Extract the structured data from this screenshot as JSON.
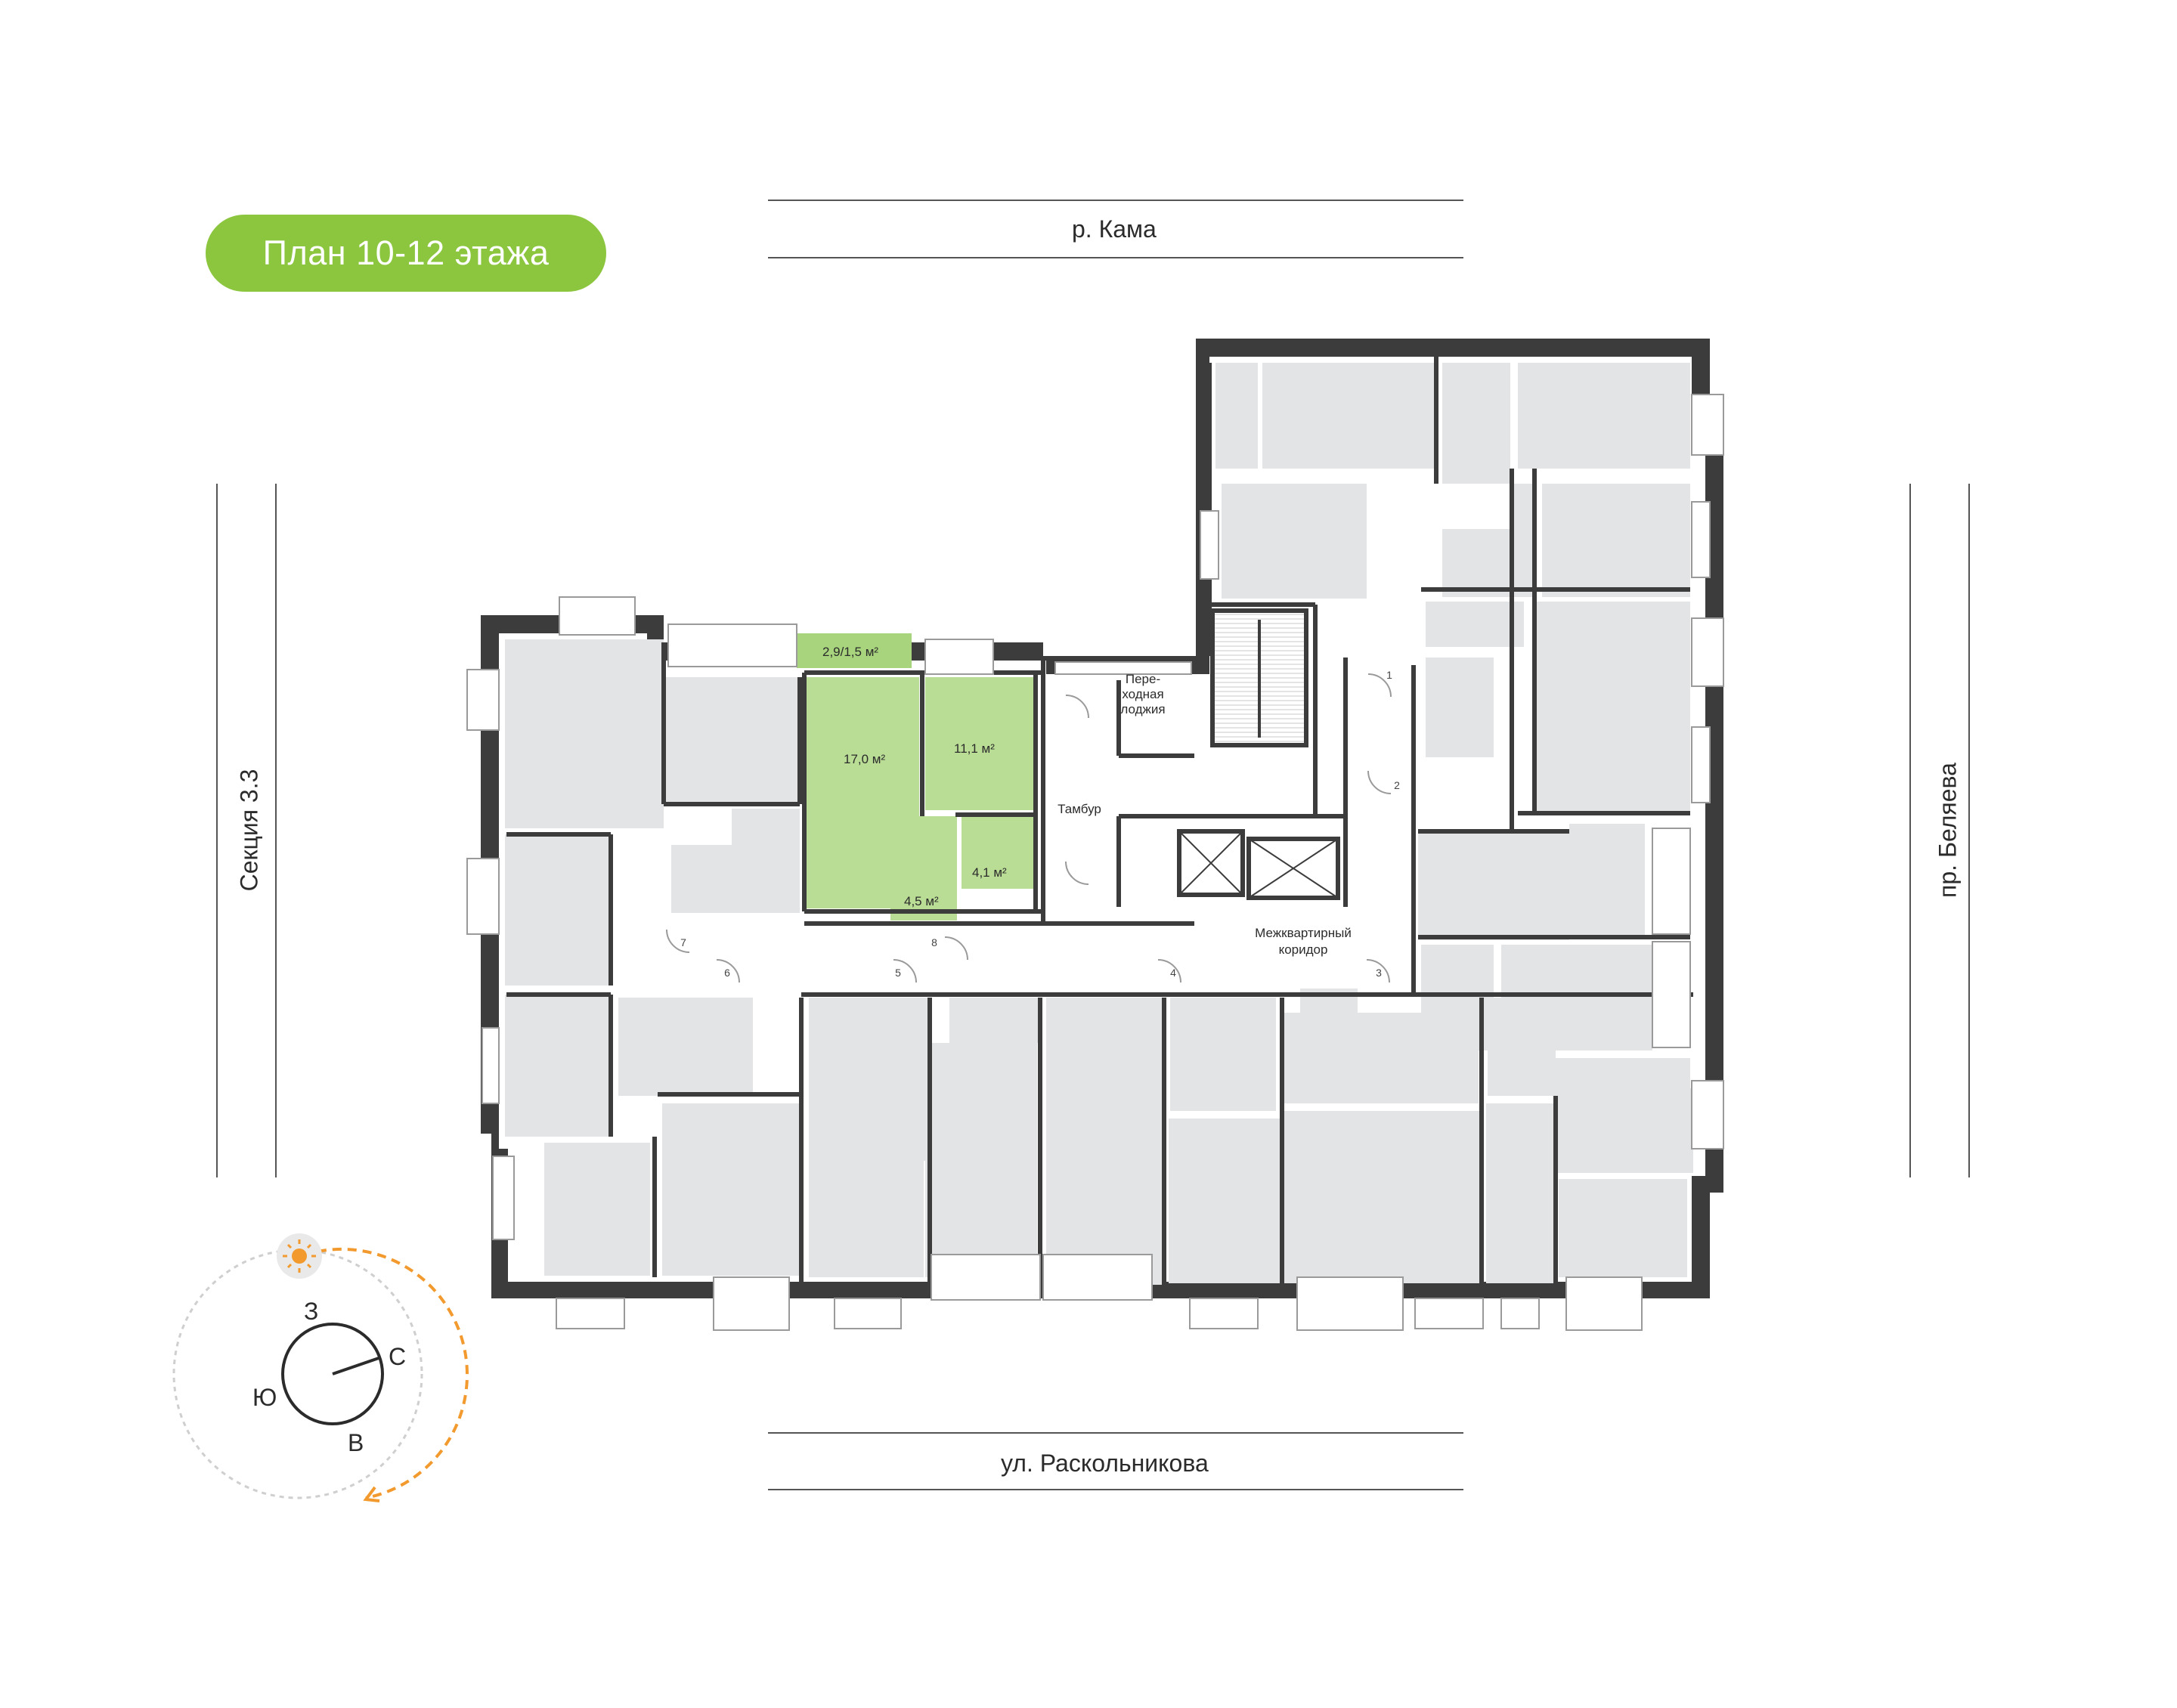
{
  "header": {
    "title": "План 10-12 этажа"
  },
  "streets": {
    "top": "р. Кама",
    "bottom": "ул. Раскольникова",
    "left": "Секция 3.3",
    "right": "пр. Беляева"
  },
  "apartment": {
    "loggia_area": "2,9/1,5 м²",
    "room_area": "17,0 м²",
    "kitchen_area": "11,1 м²",
    "bath_area": "4,1 м²",
    "hall_area": "4,5 м²",
    "highlight_color": "#b9dd95",
    "loggia_color": "#a7d47c"
  },
  "labels": {
    "loggia": "Пере-\nходная\nлоджия",
    "loggia_lines": [
      "Пере-",
      "ходная",
      "лоджия"
    ],
    "vestibule": "Тамбур",
    "corridor_lines": [
      "Межквартирный",
      "коридор"
    ]
  },
  "doors": [
    "1",
    "2",
    "3",
    "4",
    "5",
    "6",
    "7",
    "8"
  ],
  "compass": {
    "north": "С",
    "south": "Ю",
    "west": "З",
    "east": "В",
    "sun_color": "#f29a2e"
  },
  "colors": {
    "accent": "#8cc63f",
    "wall": "#3c3c3c",
    "room": "#e3e4e6"
  }
}
